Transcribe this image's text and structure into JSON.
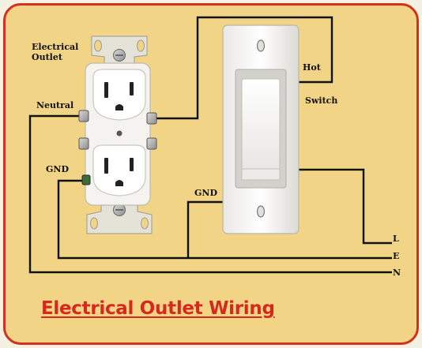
{
  "labels": {
    "outlet": "Electrical Outlet",
    "neutral": "Neutral",
    "gnd_outlet": "GND",
    "gnd_switch": "GND",
    "hot": "Hot",
    "switch": "Switch",
    "line": "L",
    "earth": "E",
    "neutral_terminal": "N"
  },
  "title": "Electrical Outlet Wiring",
  "colors": {
    "background": "#f2d486",
    "border": "#d4301f",
    "title": "#d42a1d",
    "wire": "#111111"
  }
}
